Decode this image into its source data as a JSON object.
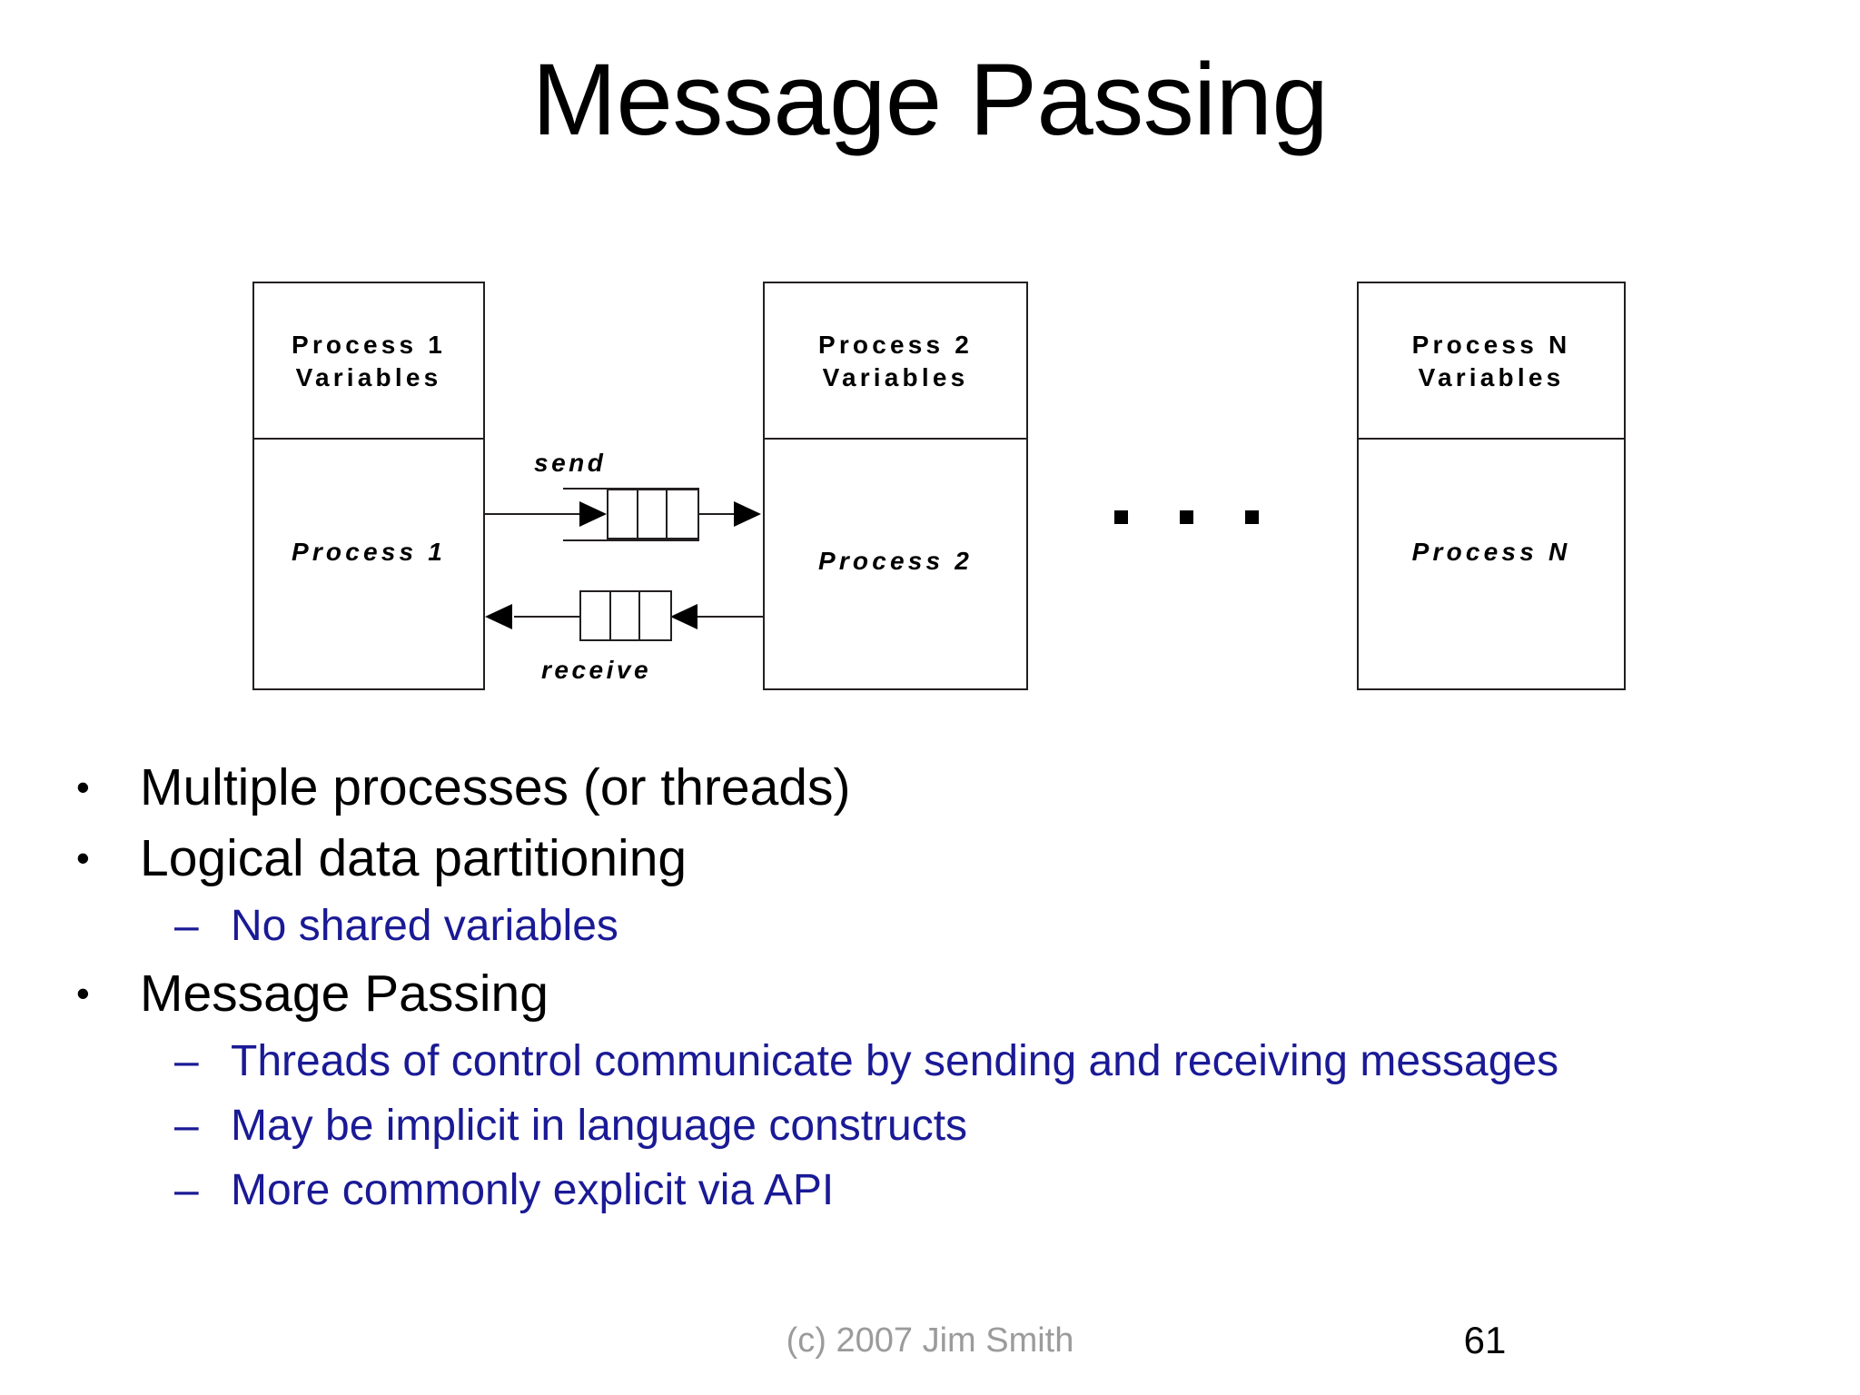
{
  "slide": {
    "title": "Message Passing",
    "page_number": "61",
    "credit": "(c) 2007 Jim Smith",
    "accent_color": "#1a1a96",
    "credit_color": "#9b9b9b"
  },
  "diagram": {
    "processes": [
      {
        "vars_line1": "Process 1",
        "vars_line2": "Variables",
        "proc_label": "Process 1"
      },
      {
        "vars_line1": "Process 2",
        "vars_line2": "Variables",
        "proc_label": "Process 2"
      },
      {
        "vars_line1": "Process N",
        "vars_line2": "Variables",
        "proc_label": "Process N"
      }
    ],
    "send_label": "send",
    "receive_label": "receive",
    "send_queue_cells": 3,
    "receive_queue_cells": 3,
    "ellipsis_dots": 3
  },
  "bullets": [
    {
      "level": 1,
      "text": "Multiple processes (or threads)",
      "marker": "•"
    },
    {
      "level": 1,
      "text": "Logical data partitioning",
      "marker": "•"
    },
    {
      "level": 2,
      "text": "No shared variables",
      "marker": "–"
    },
    {
      "level": 1,
      "text": "Message Passing",
      "marker": "•"
    },
    {
      "level": 2,
      "text": "Threads of control communicate by sending and receiving messages",
      "marker": "–"
    },
    {
      "level": 2,
      "text": "May be implicit in language constructs",
      "marker": "–"
    },
    {
      "level": 2,
      "text": "More commonly explicit via API",
      "marker": "–"
    }
  ]
}
